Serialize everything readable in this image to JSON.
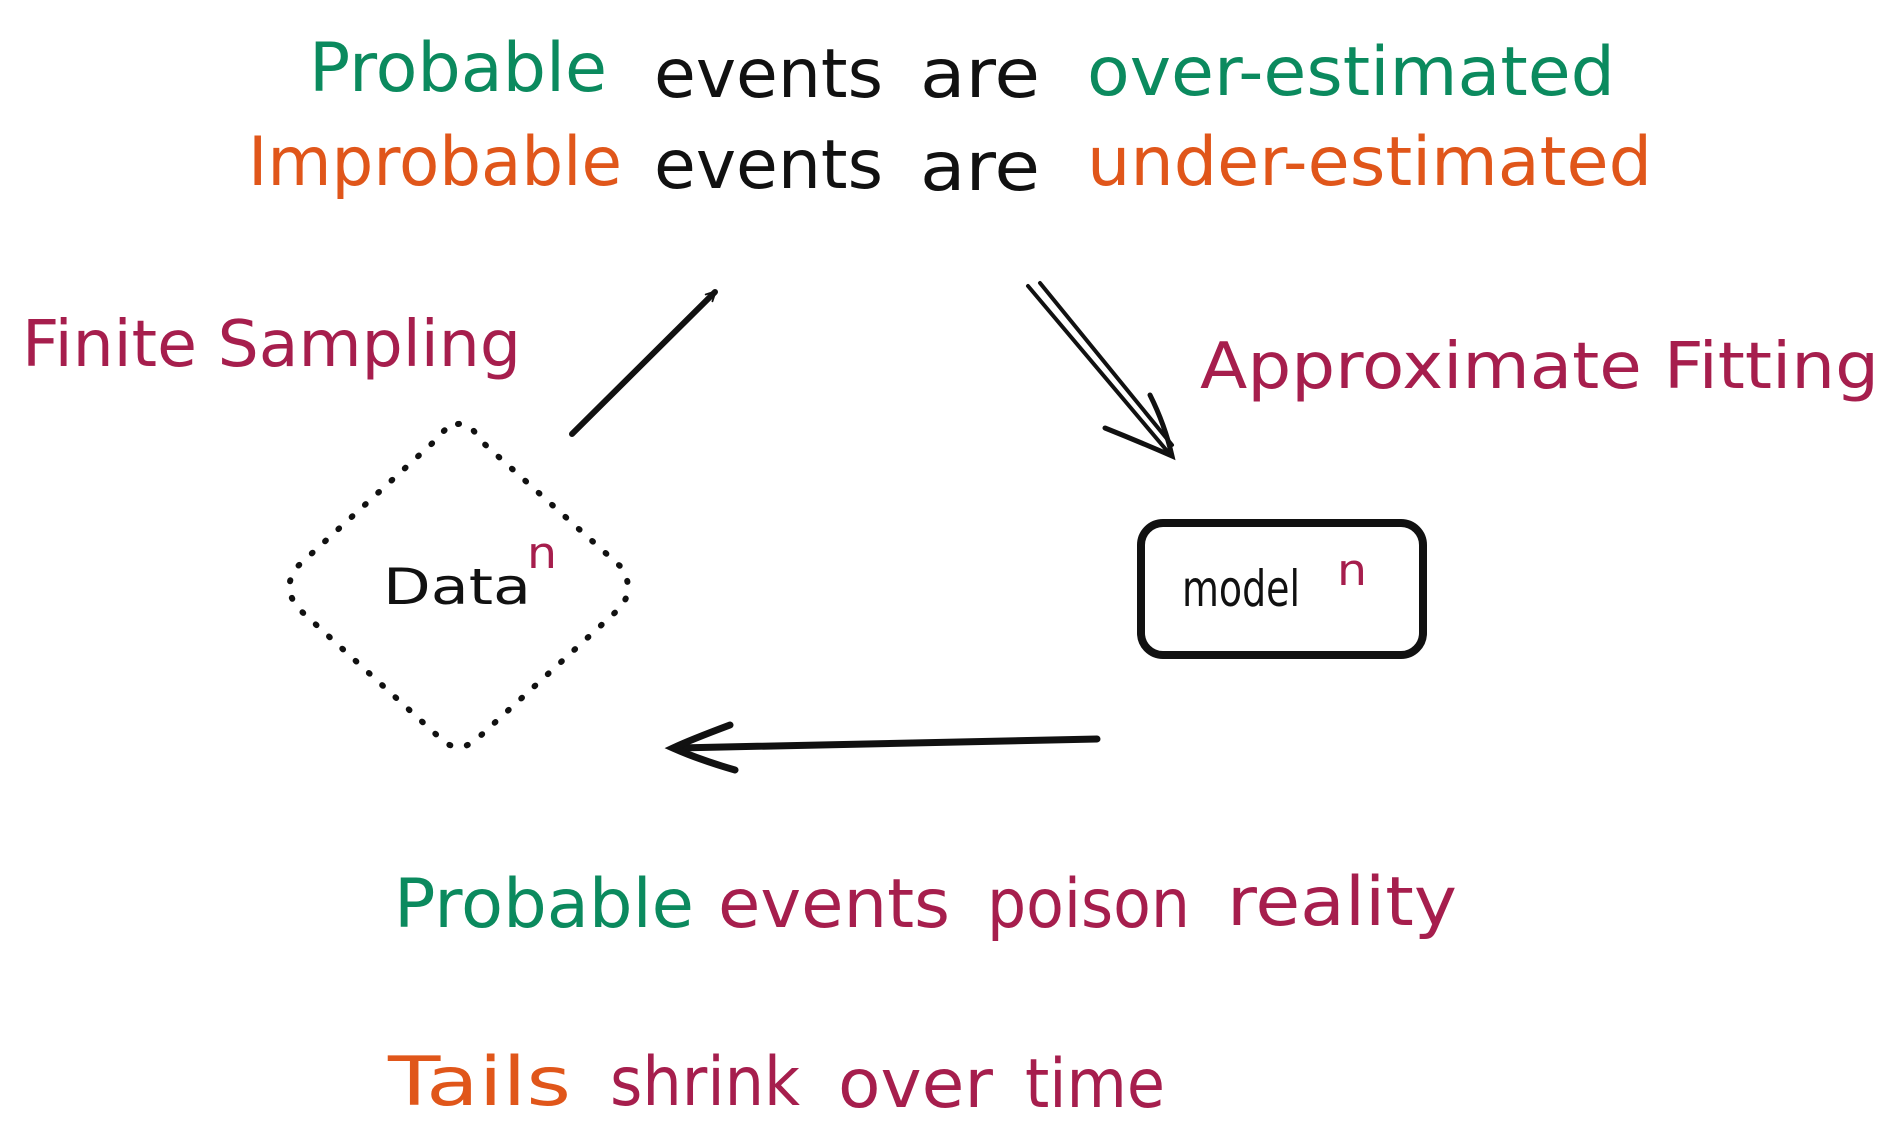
{
  "colors": {
    "green": "#0b8a5e",
    "orange": "#e0561a",
    "maroon": "#a61e4d",
    "ink": "#111111"
  },
  "header": {
    "line1": {
      "w1": "Probable",
      "w2": "events",
      "w3": "are",
      "w4": "over-estimated"
    },
    "line2": {
      "w1": "Improbable",
      "w2": "events",
      "w3": "are",
      "w4": "under-estimated"
    }
  },
  "labels": {
    "finite_sampling": "Finite Sampling",
    "approximate_fitting": "Approximate Fitting"
  },
  "nodes": {
    "data": {
      "label": "Data",
      "superscript": "n"
    },
    "model": {
      "label": "model",
      "superscript": "n"
    }
  },
  "footer": {
    "line1": {
      "w1": "Probable",
      "w2": "events",
      "w3": "poison",
      "w4": "reality"
    },
    "line2": {
      "w1": "Tails",
      "w2": "shrink",
      "w3": "over",
      "w4": "time"
    }
  }
}
